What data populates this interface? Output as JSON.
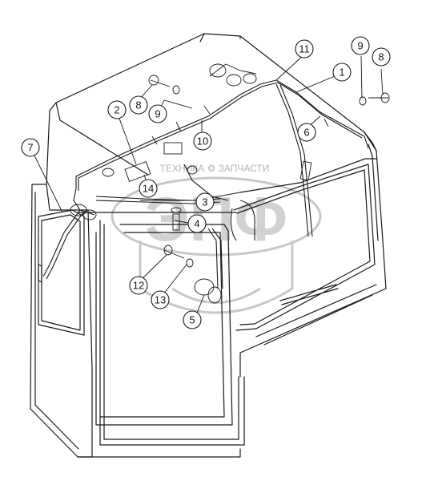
{
  "watermark": {
    "caption": "ТЕХНИКА ⚙ ЗАПЧАСТИ",
    "monogram": "ЭПФ"
  },
  "callouts": [
    {
      "id": "c1",
      "label": "1"
    },
    {
      "id": "c2",
      "label": "2"
    },
    {
      "id": "c3",
      "label": "3"
    },
    {
      "id": "c4",
      "label": "4"
    },
    {
      "id": "c5",
      "label": "5"
    },
    {
      "id": "c6",
      "label": "6"
    },
    {
      "id": "c7",
      "label": "7"
    },
    {
      "id": "c8a",
      "label": "8"
    },
    {
      "id": "c9a",
      "label": "9"
    },
    {
      "id": "c8b",
      "label": "8"
    },
    {
      "id": "c9b",
      "label": "9"
    },
    {
      "id": "c10",
      "label": "10"
    },
    {
      "id": "c11",
      "label": "11"
    },
    {
      "id": "c12",
      "label": "12"
    },
    {
      "id": "c13",
      "label": "13"
    },
    {
      "id": "c14",
      "label": "14"
    }
  ]
}
